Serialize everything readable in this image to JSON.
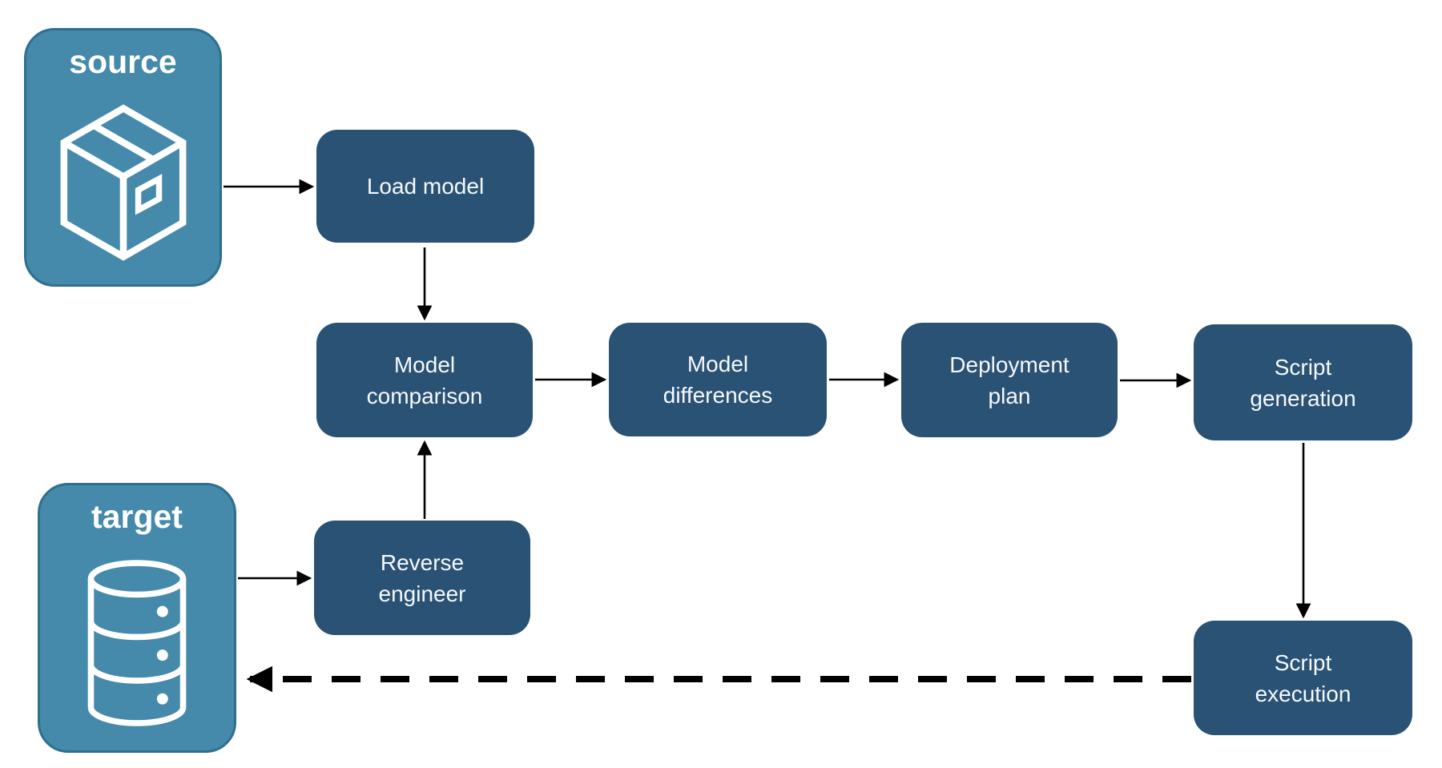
{
  "diagram": {
    "entities": [
      {
        "id": "source",
        "label": "source",
        "icon": "package-icon"
      },
      {
        "id": "target",
        "label": "target",
        "icon": "database-icon"
      }
    ],
    "nodes": [
      {
        "id": "load-model",
        "label": "Load model"
      },
      {
        "id": "model-comparison",
        "label": "Model comparison"
      },
      {
        "id": "model-differences",
        "label": "Model differences"
      },
      {
        "id": "deployment-plan",
        "label": "Deployment plan"
      },
      {
        "id": "script-generation",
        "label": "Script generation"
      },
      {
        "id": "reverse-engineer",
        "label": "Reverse engineer"
      },
      {
        "id": "script-execution",
        "label": "Script execution"
      }
    ],
    "edges": [
      {
        "from": "source",
        "to": "load-model",
        "style": "solid"
      },
      {
        "from": "load-model",
        "to": "model-comparison",
        "style": "solid"
      },
      {
        "from": "model-comparison",
        "to": "model-differences",
        "style": "solid"
      },
      {
        "from": "model-differences",
        "to": "deployment-plan",
        "style": "solid"
      },
      {
        "from": "deployment-plan",
        "to": "script-generation",
        "style": "solid"
      },
      {
        "from": "script-generation",
        "to": "script-execution",
        "style": "solid"
      },
      {
        "from": "target",
        "to": "reverse-engineer",
        "style": "solid"
      },
      {
        "from": "reverse-engineer",
        "to": "model-comparison",
        "style": "solid"
      },
      {
        "from": "script-execution",
        "to": "target",
        "style": "dashed"
      }
    ],
    "colors": {
      "node_fill": "#2a5274",
      "entity_fill": "#4589ab",
      "entity_border": "#2f6f8f",
      "node_text": "#f6f9fb",
      "entity_text": "#ffffff",
      "arrow": "#000000",
      "background": "#ffffff"
    }
  }
}
